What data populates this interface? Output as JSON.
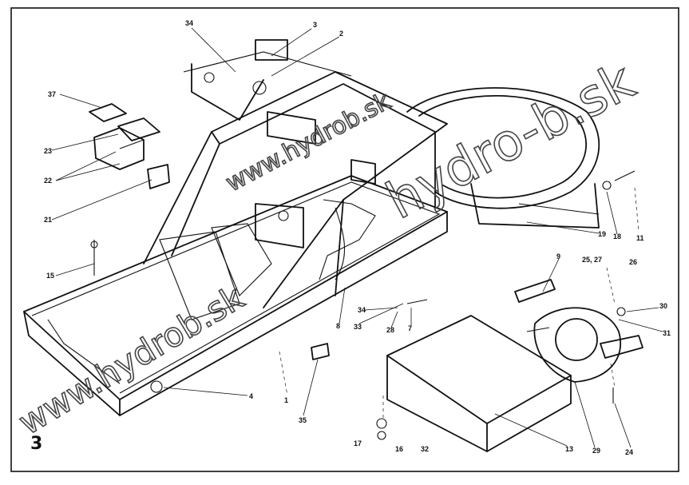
{
  "diagram": {
    "page_number": "3",
    "watermark_large": "hydro-b.sk",
    "watermark_mid": "www.hydrob.sk",
    "watermark_small": "www.hydrob.sk",
    "callouts": [
      "34",
      "3",
      "2",
      "37",
      "23",
      "22",
      "21",
      "15",
      "4",
      "35",
      "1",
      "8",
      "34",
      "33",
      "28",
      "7",
      "9",
      "25, 27",
      "26",
      "30",
      "31",
      "24",
      "29",
      "13",
      "32",
      "16",
      "17",
      "19",
      "18",
      "11"
    ],
    "colors": {
      "ink": "#111111",
      "paper": "#ffffff",
      "watermark": "#444444"
    }
  }
}
